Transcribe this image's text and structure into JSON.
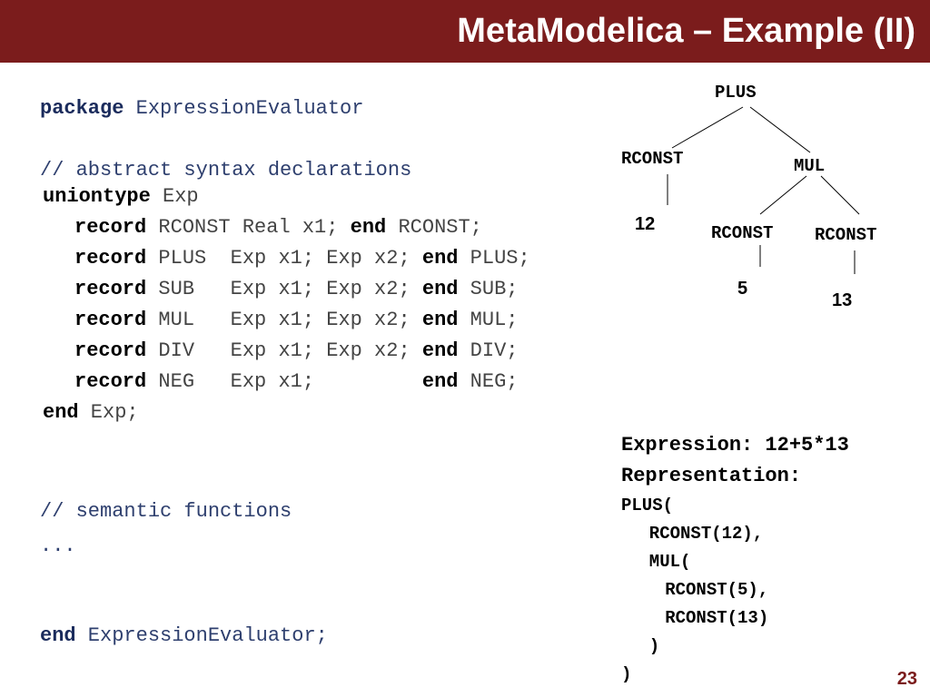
{
  "slide": {
    "title": "MetaModelica – Example (II)",
    "page_number": "23",
    "accent_color": "#7b1c1c"
  },
  "code": {
    "package_kw": "package",
    "package_name": " ExpressionEvaluator",
    "comment_abstract": "// abstract syntax declarations",
    "uniontype_kw": "uniontype",
    "uniontype_name": " Exp",
    "records": [
      {
        "kw": "record",
        "decl": " RCONST Real x1; ",
        "end_kw": "end",
        "end_name": " RCONST;"
      },
      {
        "kw": "record",
        "decl": " PLUS  Exp x1; Exp x2; ",
        "end_kw": "end",
        "end_name": " PLUS;"
      },
      {
        "kw": "record",
        "decl": " SUB   Exp x1; Exp x2; ",
        "end_kw": "end",
        "end_name": " SUB;"
      },
      {
        "kw": "record",
        "decl": " MUL   Exp x1; Exp x2; ",
        "end_kw": "end",
        "end_name": " MUL;"
      },
      {
        "kw": "record",
        "decl": " DIV   Exp x1; Exp x2; ",
        "end_kw": "end",
        "end_name": " DIV;"
      },
      {
        "kw": "record",
        "decl": " NEG   Exp x1;         ",
        "end_kw": "end",
        "end_name": " NEG;"
      }
    ],
    "end_exp_kw": "end",
    "end_exp_name": " Exp;",
    "comment_semantic": "// semantic functions",
    "ellipsis": "...",
    "end_pkg_kw": "end",
    "end_pkg_name": " ExpressionEvaluator;"
  },
  "tree": {
    "root": "PLUS",
    "left": "RCONST",
    "left_value": "12",
    "right": "MUL",
    "right_left": "RCONST",
    "right_left_value": "5",
    "right_right": "RCONST",
    "right_right_value": "13"
  },
  "representation": {
    "expression_line": "Expression: 12+5*13",
    "representation_label": "Representation:",
    "lines": [
      "PLUS(",
      "  RCONST(12),",
      "  MUL(",
      "   RCONST(5),",
      "   RCONST(13)",
      "  )",
      ")"
    ]
  }
}
